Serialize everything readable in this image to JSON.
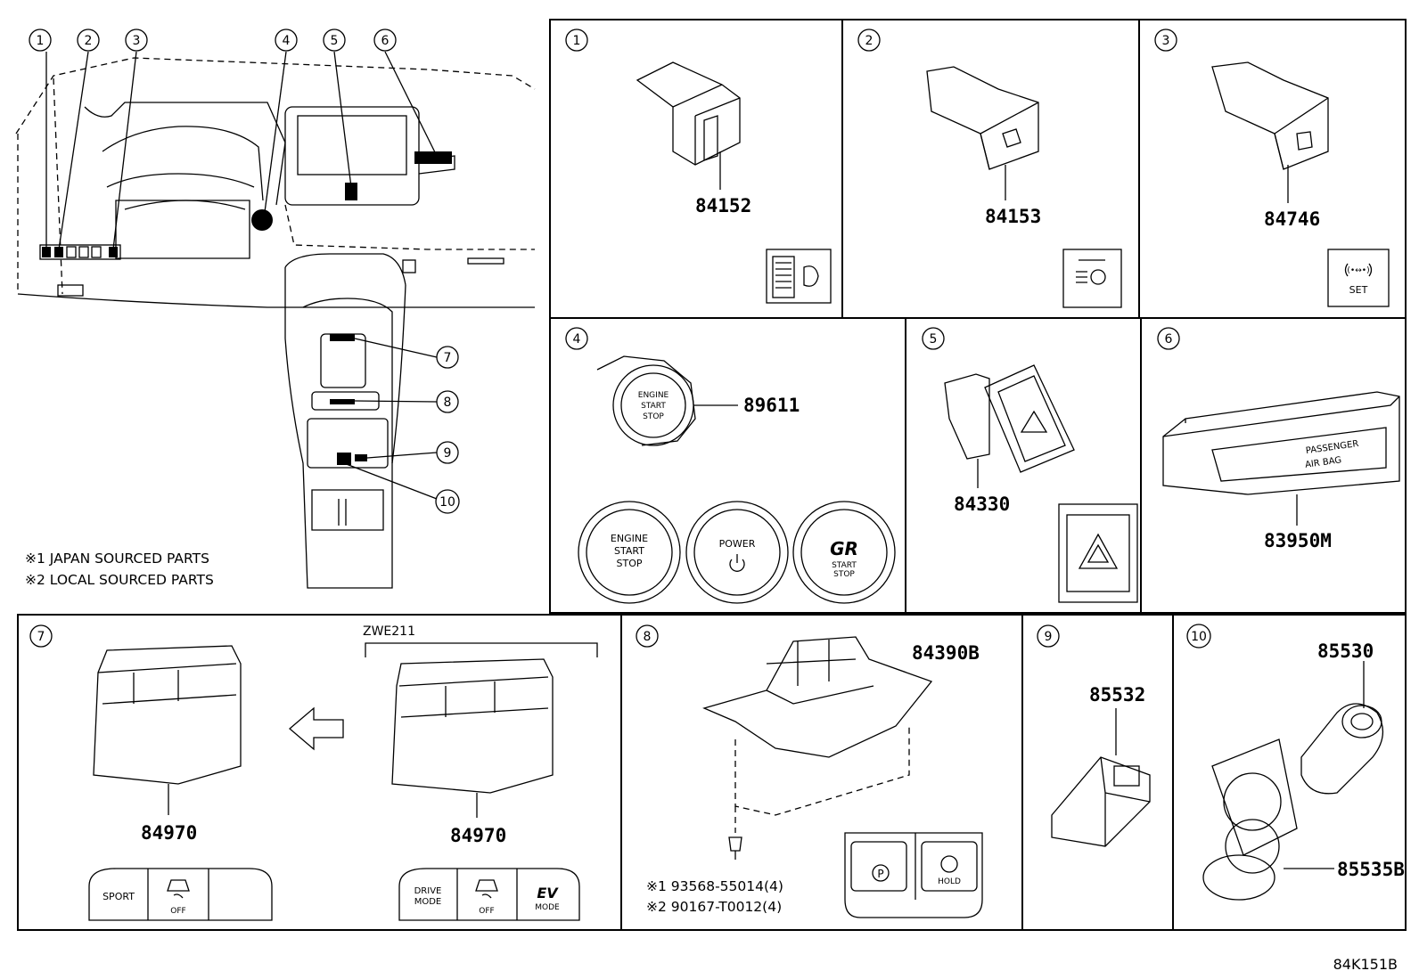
{
  "overview": {
    "callouts": [
      "1",
      "2",
      "3",
      "4",
      "5",
      "6",
      "7",
      "8",
      "9",
      "10"
    ],
    "notes": [
      "※1 JAPAN SOURCED PARTS",
      "※2 LOCAL SOURCED PARTS"
    ]
  },
  "panels": [
    {
      "num": "1",
      "part": "84152"
    },
    {
      "num": "2",
      "part": "84153"
    },
    {
      "num": "3",
      "part": "84746",
      "icon_label": "SET"
    },
    {
      "num": "4",
      "part": "89611",
      "buttons": [
        {
          "lines": [
            "ENGINE",
            "START",
            "STOP"
          ]
        },
        {
          "lines": [
            "POWER"
          ]
        },
        {
          "lines": [
            "START",
            "STOP"
          ]
        }
      ],
      "switch_lines": [
        "ENGINE",
        "START",
        "STOP"
      ]
    },
    {
      "num": "5",
      "part": "84330"
    },
    {
      "num": "6",
      "part": "83950M",
      "label_lines": [
        "PASSENGER",
        "AIR BAG"
      ]
    },
    {
      "num": "7",
      "part": "84970",
      "part_b": "84970",
      "group_label": "ZWE211",
      "switch_a": [
        "SPORT",
        "OFF"
      ],
      "switch_b": [
        "DRIVE",
        "MODE",
        "OFF",
        "EV",
        "MODE"
      ]
    },
    {
      "num": "8",
      "part": "84390B",
      "screw_lines": [
        "※1 93568-55014(4)",
        "※2 90167-T0012(4)"
      ],
      "hold_label": "HOLD"
    },
    {
      "num": "9",
      "part": "85532"
    },
    {
      "num": "10",
      "part": "85530",
      "part_b": "85535B"
    }
  ],
  "figure_code": "84K151B"
}
